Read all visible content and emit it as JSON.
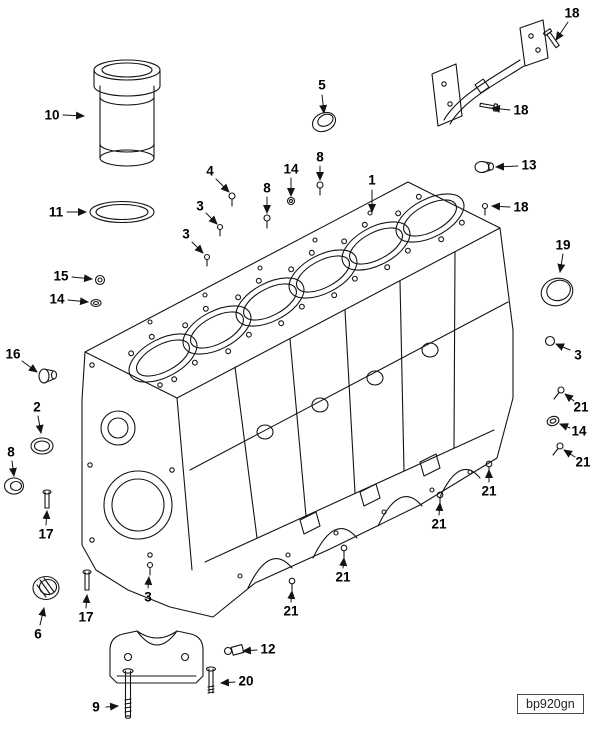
{
  "figure": {
    "code": "bp920gn"
  },
  "callouts": [
    {
      "label": "18"
    },
    {
      "label": "10"
    },
    {
      "label": "5"
    },
    {
      "label": "11"
    },
    {
      "label": "4"
    },
    {
      "label": "14"
    },
    {
      "label": "8"
    },
    {
      "label": "8"
    },
    {
      "label": "13"
    },
    {
      "label": "18"
    },
    {
      "label": "3"
    },
    {
      "label": "1"
    },
    {
      "label": "18"
    },
    {
      "label": "19"
    },
    {
      "label": "15"
    },
    {
      "label": "14"
    },
    {
      "label": "3"
    },
    {
      "label": "16"
    },
    {
      "label": "2"
    },
    {
      "label": "3"
    },
    {
      "label": "21"
    },
    {
      "label": "14"
    },
    {
      "label": "8"
    },
    {
      "label": "21"
    },
    {
      "label": "17"
    },
    {
      "label": "21"
    },
    {
      "label": "21"
    },
    {
      "label": "3"
    },
    {
      "label": "21"
    },
    {
      "label": "21"
    },
    {
      "label": "6"
    },
    {
      "label": "17"
    },
    {
      "label": "12"
    },
    {
      "label": "20"
    },
    {
      "label": "9"
    }
  ]
}
